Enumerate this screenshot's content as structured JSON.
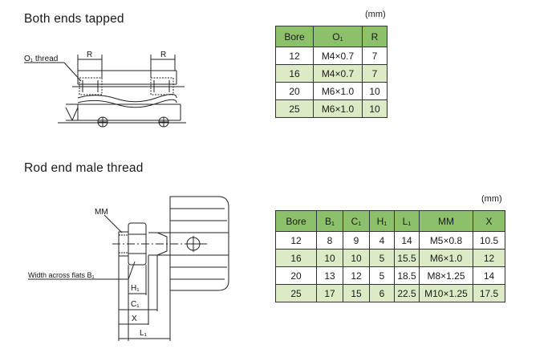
{
  "section1": {
    "title": "Both ends tapped",
    "unit": "(mm)",
    "diagram_labels": {
      "thread": "O₁ thread",
      "r_left": "R",
      "r_right": "R"
    },
    "table": {
      "headers": [
        "Bore",
        "O₁",
        "R"
      ],
      "rows": [
        [
          "12",
          "M4×0.7",
          "7"
        ],
        [
          "16",
          "M4×0.7",
          "7"
        ],
        [
          "20",
          "M6×1.0",
          "10"
        ],
        [
          "25",
          "M6×1.0",
          "10"
        ]
      ]
    }
  },
  "section2": {
    "title": "Rod end male thread",
    "unit": "(mm)",
    "diagram_labels": {
      "mm": "MM",
      "width_across_flats": "Width across flats B₁",
      "h1": "H₁",
      "c1": "C₁",
      "x": "X",
      "l1": "L₁"
    },
    "table": {
      "headers": [
        "Bore",
        "B₁",
        "C₁",
        "H₁",
        "L₁",
        "MM",
        "X"
      ],
      "rows": [
        [
          "12",
          "8",
          "9",
          "4",
          "14",
          "M5×0.8",
          "10.5"
        ],
        [
          "16",
          "10",
          "10",
          "5",
          "15.5",
          "M6×1.0",
          "12"
        ],
        [
          "20",
          "13",
          "12",
          "5",
          "18.5",
          "M8×1.25",
          "14"
        ],
        [
          "25",
          "17",
          "15",
          "6",
          "22.5",
          "M10×1.25",
          "17.5"
        ]
      ]
    }
  },
  "colors": {
    "header_green": "#8dc06a",
    "row_green": "#dcebc6",
    "line": "#333333"
  }
}
